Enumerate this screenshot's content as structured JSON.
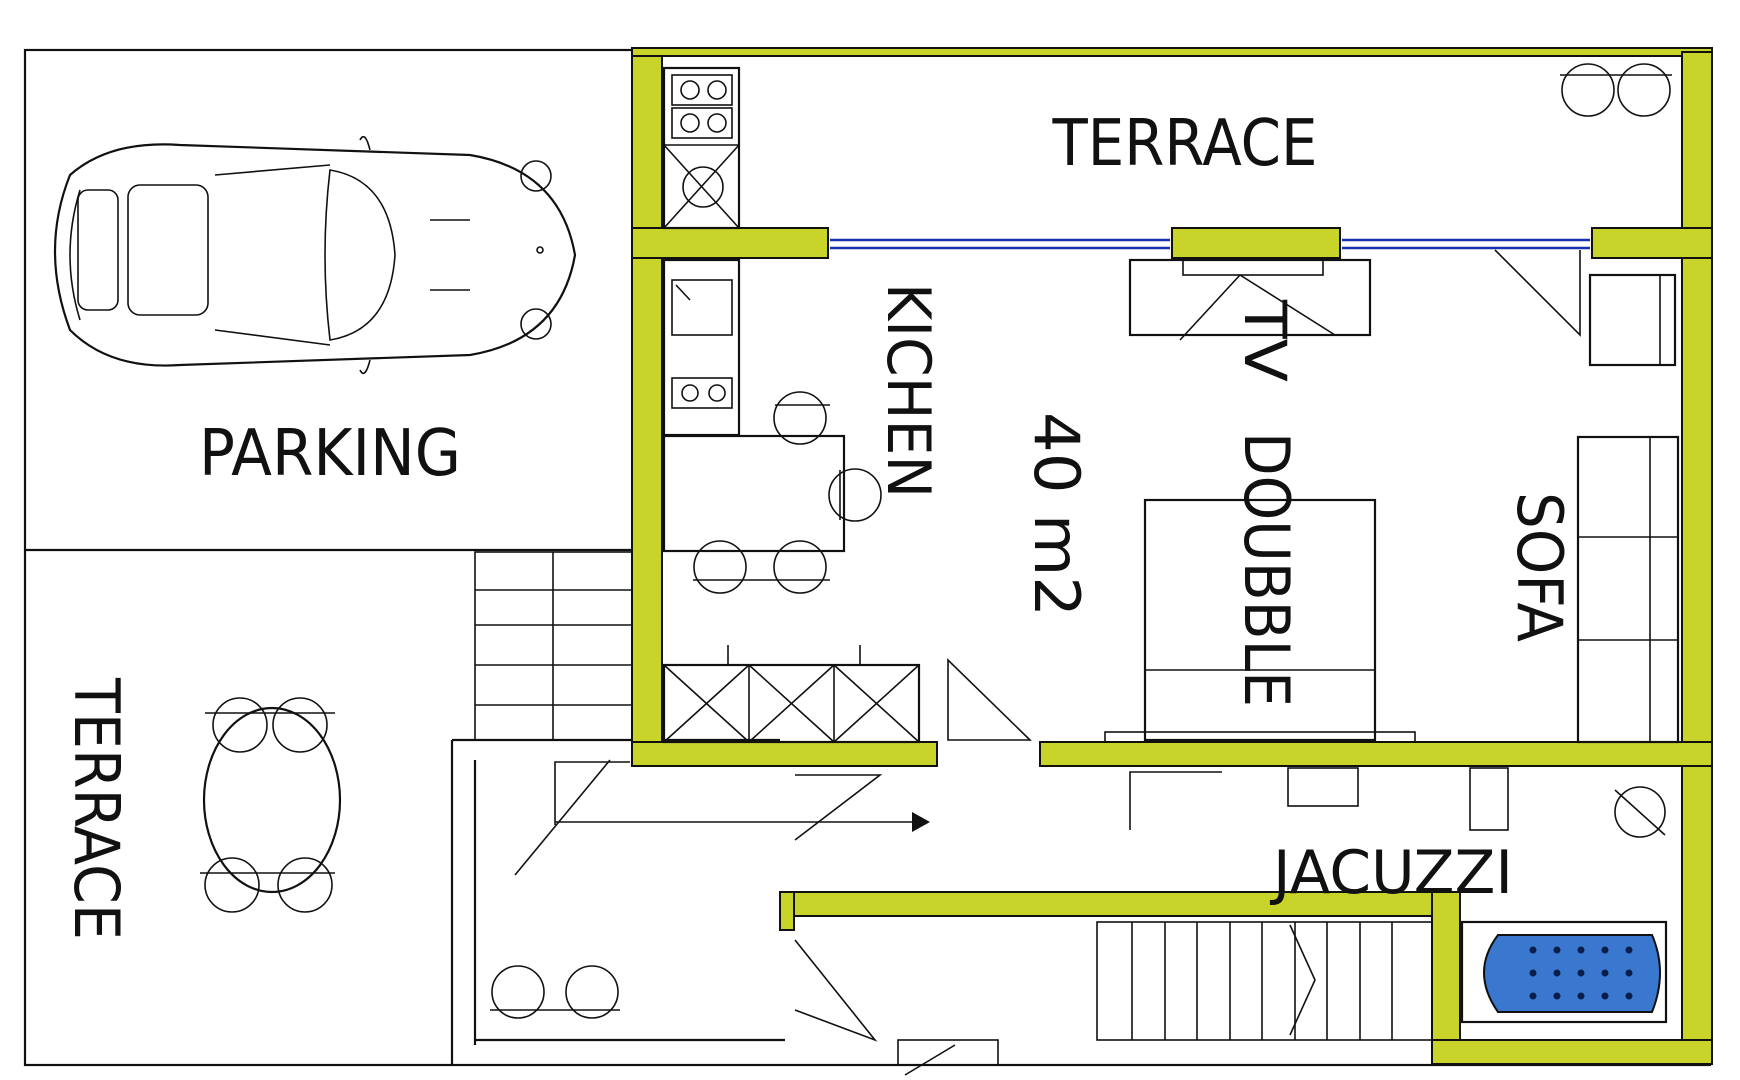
{
  "plan": {
    "colors": {
      "wall": "#c9d42b",
      "line": "#111111",
      "window": "#1a2fb0",
      "jacuzzi": "#3a78d0"
    },
    "labels": {
      "terrace_top": "TERRACE",
      "parking": "PARKING",
      "kitchen": "KICHEN",
      "area": "40 m2",
      "tv": "TV",
      "double_bed": "DOUBBLE",
      "sofa": "SOFA",
      "terrace_left": "TERRACE",
      "jacuzzi": "JACUZZI"
    },
    "icons": [
      "car-icon",
      "stove-icon",
      "sink-icon",
      "dining-table-icon",
      "double-bed-icon",
      "sofa-icon",
      "tv-icon",
      "stairs-icon",
      "jacuzzi-icon",
      "chairs-icon"
    ]
  }
}
